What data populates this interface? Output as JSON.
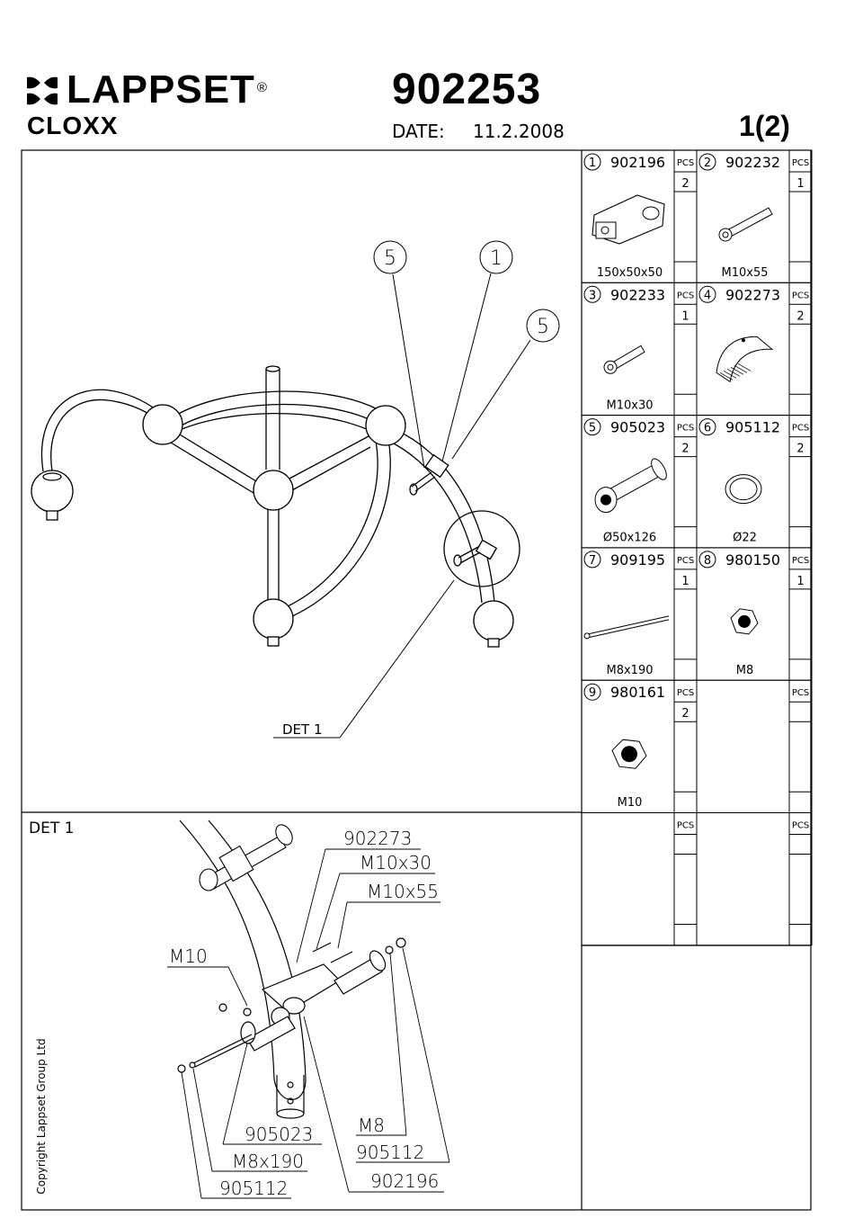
{
  "header": {
    "brand": "LAPPSET",
    "brand_mark": "®",
    "product_line": "CLOXX",
    "product_number": "902253",
    "date_label": "DATE:",
    "date_value": "11.2.2008",
    "page": "1(2)"
  },
  "copyright": "Copyright Lappset Group Ltd",
  "parts_header": "PCS",
  "parts": [
    {
      "num": "1",
      "code": "902196",
      "qty": "2",
      "size": "150x50x50",
      "icon": "clamp-bracket-icon"
    },
    {
      "num": "2",
      "code": "902232",
      "qty": "1",
      "size": "M10x55",
      "icon": "long-bolt-icon"
    },
    {
      "num": "3",
      "code": "902233",
      "qty": "1",
      "size": "M10x30",
      "icon": "short-bolt-icon"
    },
    {
      "num": "4",
      "code": "902273",
      "qty": "2",
      "size": "",
      "icon": "half-shell-icon"
    },
    {
      "num": "5",
      "code": "905023",
      "qty": "2",
      "size": "Ø50x126",
      "icon": "rubber-bumper-icon"
    },
    {
      "num": "6",
      "code": "905112",
      "qty": "2",
      "size": "Ø22",
      "icon": "ring-icon"
    },
    {
      "num": "7",
      "code": "909195",
      "qty": "1",
      "size": "M8x190",
      "icon": "threaded-rod-icon"
    },
    {
      "num": "8",
      "code": "980150",
      "qty": "1",
      "size": "M8",
      "icon": "nut-m8-icon"
    },
    {
      "num": "9",
      "code": "980161",
      "qty": "2",
      "size": "M10",
      "icon": "nut-m10-icon"
    }
  ],
  "main_drawing": {
    "callouts": [
      "5",
      "1",
      "5"
    ],
    "detail_label": "DET 1"
  },
  "detail": {
    "title": "DET 1",
    "labels": [
      "902273",
      "M10x30",
      "M10x55",
      "M10",
      "905023",
      "M8x190",
      "905112",
      "M8",
      "905112",
      "902196"
    ]
  }
}
